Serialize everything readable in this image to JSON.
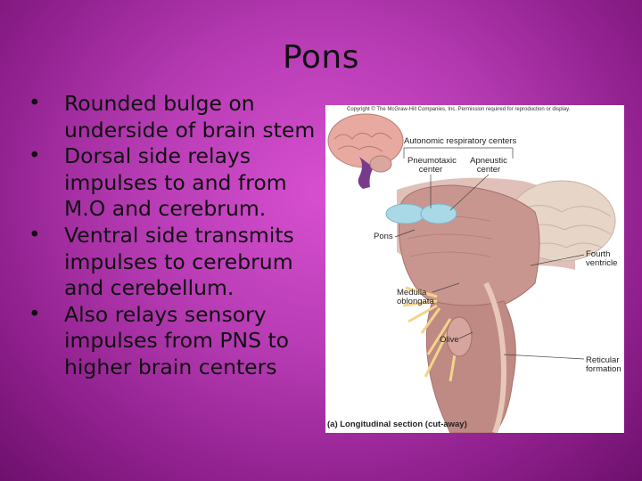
{
  "slide": {
    "title": "Pons",
    "bullets": [
      "Rounded bulge on underside of brain stem",
      "Dorsal side relays impulses to and from M.O and cerebrum.",
      "Ventral side transmits impulses to cerebrum and cerebellum.",
      "Also relays sensory impulses from PNS to higher brain centers"
    ],
    "bullet_char": "•"
  },
  "figure": {
    "copyright": "Copyright © The McGraw-Hill Companies, Inc. Permission required for reproduction or display.",
    "labels": {
      "autonomic": "Autonomic respiratory centers",
      "pneumotaxic": "Pneumotaxic center",
      "apneustic": "Apneustic center",
      "pons": "Pons",
      "fourth_ventricle": "Fourth ventricle",
      "medulla": "Medulla oblongata",
      "olive": "Olive",
      "reticular": "Reticular formation",
      "caption": "(a) Longitudinal section (cut-away)"
    },
    "colors": {
      "tissue": "#c9958f",
      "tissue_dark": "#a8706a",
      "nerve": "#f2d48a",
      "center": "#a9d8e6",
      "brainstem_icon": "#7a3a8c"
    }
  }
}
